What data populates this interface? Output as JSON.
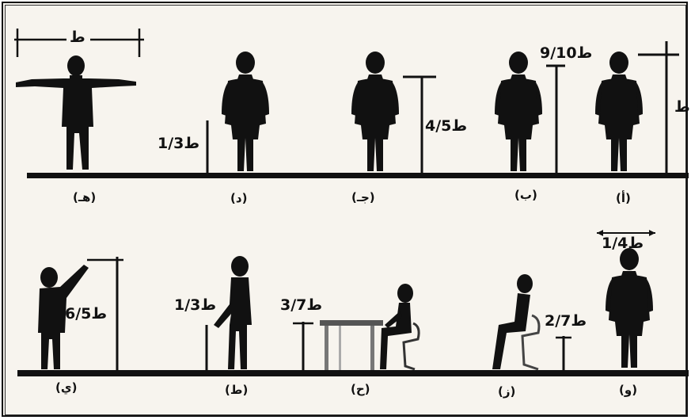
{
  "measurement_labels": {
    "he": "ط",
    "d": "1/3ط",
    "j": "4/5ط",
    "b": "9/10ط",
    "a": "ط",
    "y": "6/5ط",
    "t": "1/3ط",
    "h": "3/7ط",
    "z": "2/7ط",
    "w": "1/4ط"
  },
  "figure_captions": {
    "he": "(هـ)",
    "d": "(د)",
    "j": "(جـ)",
    "b": "(ب)",
    "a": "(أ)",
    "y": "(ي)",
    "t": "(ط)",
    "h": "(ح)",
    "z": "(ز)",
    "w": "(و)"
  },
  "colors": {
    "ink": "#111111",
    "background": "#f7f4ee",
    "frame": "#111111"
  }
}
